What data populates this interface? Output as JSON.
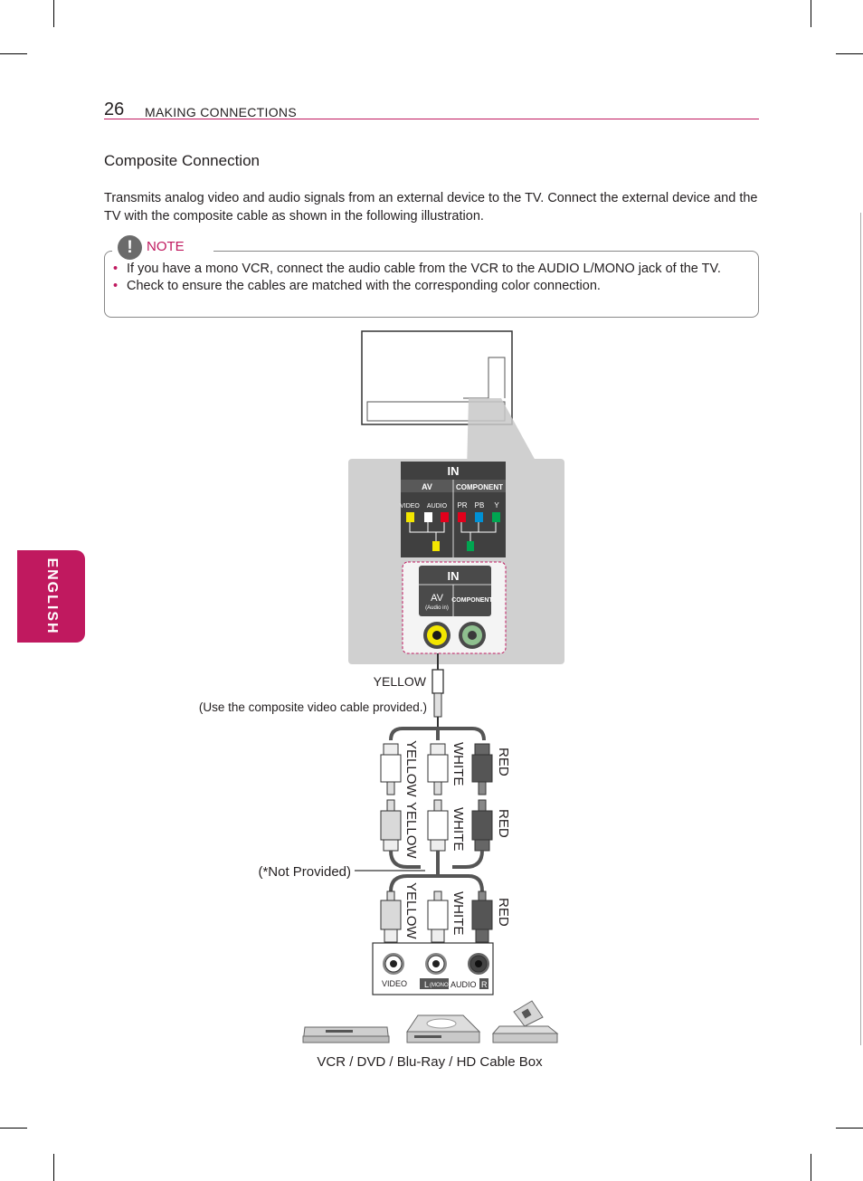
{
  "page": {
    "number": "26",
    "section": "MAKING CONNECTIONS",
    "side_tab": "ENGLISH"
  },
  "heading": "Composite Connection",
  "intro": "Transmits analog video and audio signals from an external device to the TV. Connect the external device and the TV with the composite cable as shown in the following illustration.",
  "note": {
    "icon": "!",
    "label": "NOTE",
    "items": [
      "If you have a mono VCR, connect the audio cable from the VCR to the AUDIO L/MONO jack of the TV.",
      "Check to ensure the cables are matched with the corresponding color connection."
    ]
  },
  "diagram": {
    "panel_top": {
      "in": "IN",
      "av": "AV",
      "component": "COMPONENT",
      "video": "VIDEO",
      "audio": "AUDIO",
      "pr": "PR",
      "pb": "PB",
      "y": "Y"
    },
    "panel_zoom": {
      "in": "IN",
      "av": "AV",
      "audio_in": "(Audio in)",
      "component": "COMPONENT"
    },
    "yellow_label": "YELLOW",
    "cable_note": "(Use the composite video cable provided.)",
    "not_provided": "(*Not Provided)",
    "plug_labels": {
      "yellow": "YELLOW",
      "white": "WHITE",
      "red": "RED"
    },
    "device_panel": {
      "video": "VIDEO",
      "l": "L",
      "mono": "(MONO)",
      "audio": "AUDIO",
      "r": "R"
    },
    "devices_caption": "VCR  /  DVD / Blu-Ray / HD Cable Box"
  },
  "colors": {
    "accent": "#c0195f",
    "yellow": "#f3e600",
    "white": "#ffffff",
    "red": "#e3001b",
    "green": "#00a651",
    "blue": "#0091d5"
  }
}
